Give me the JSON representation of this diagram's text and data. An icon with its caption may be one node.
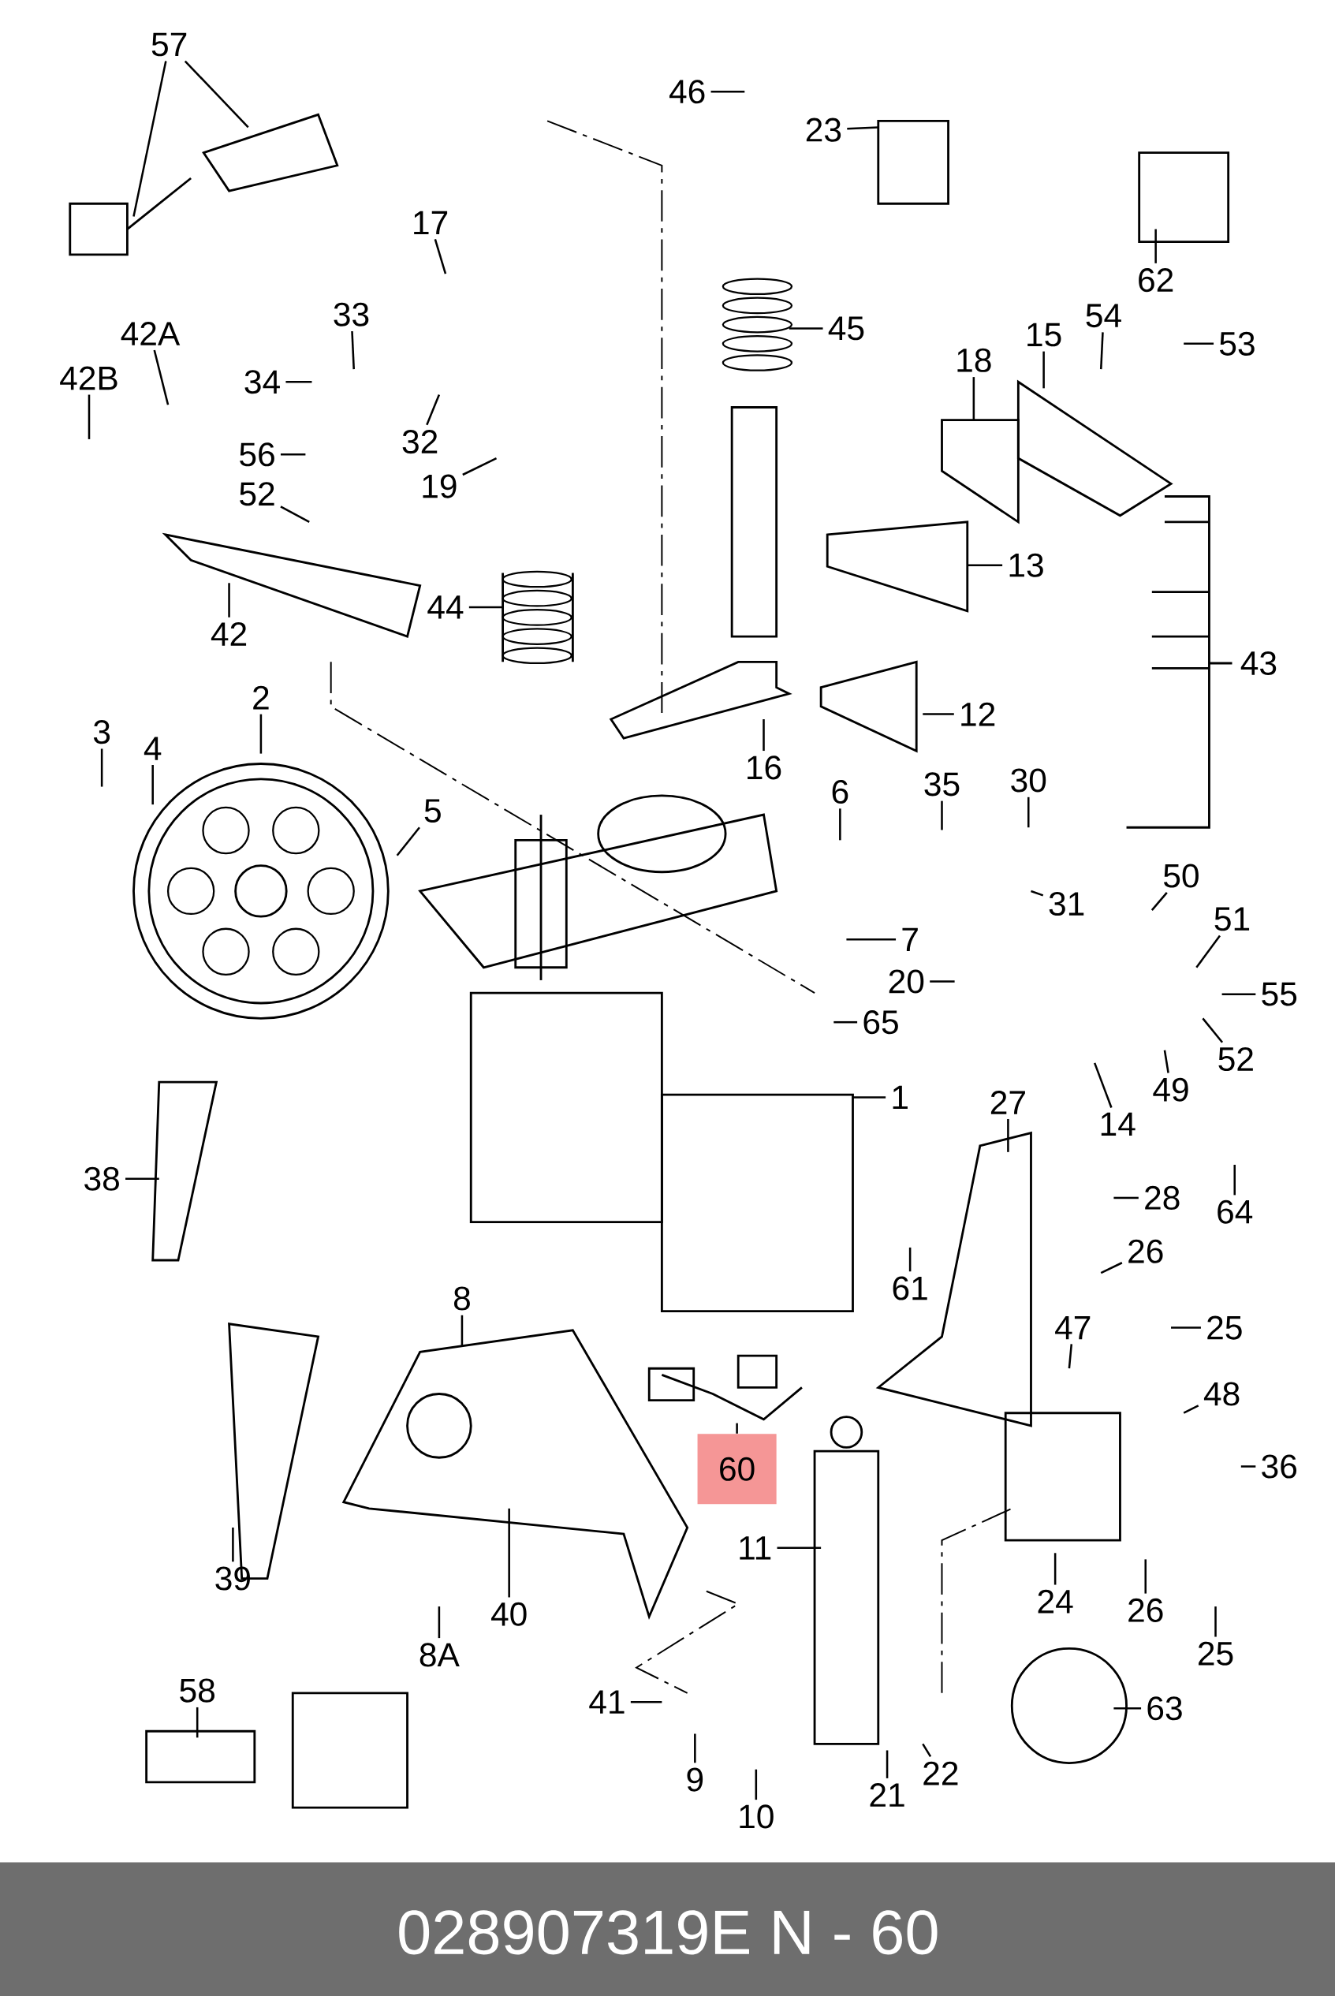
{
  "diagram": {
    "caption": "028907319E N - 60",
    "nodes": [
      {
        "text": [
          "57"
        ]
      },
      {
        "text": [
          "17"
        ]
      },
      {
        "text": [
          "33"
        ]
      },
      {
        "text": [
          "34"
        ]
      },
      {
        "text": [
          "42A"
        ]
      },
      {
        "text": [
          "42B"
        ]
      },
      {
        "text": [
          "32"
        ]
      },
      {
        "text": [
          "56"
        ]
      },
      {
        "text": [
          "19"
        ]
      },
      {
        "text": [
          "52"
        ]
      },
      {
        "text": [
          "42"
        ]
      },
      {
        "text": [
          "44"
        ]
      },
      {
        "text": [
          "46"
        ]
      },
      {
        "text": [
          "23"
        ]
      },
      {
        "text": [
          "45"
        ]
      },
      {
        "text": [
          "62"
        ]
      },
      {
        "text": [
          "18"
        ]
      },
      {
        "text": [
          "15"
        ]
      },
      {
        "text": [
          "54"
        ]
      },
      {
        "text": [
          "53"
        ]
      },
      {
        "text": [
          "13"
        ]
      },
      {
        "text": [
          "12"
        ]
      },
      {
        "text": [
          "16"
        ]
      },
      {
        "text": [
          "2"
        ]
      },
      {
        "text": [
          "3"
        ]
      },
      {
        "text": [
          "4"
        ]
      },
      {
        "text": [
          "5"
        ]
      },
      {
        "text": [
          "6"
        ]
      },
      {
        "text": [
          "35"
        ]
      },
      {
        "text": [
          "30"
        ]
      },
      {
        "text": [
          "31"
        ]
      },
      {
        "text": [
          "50"
        ]
      },
      {
        "text": [
          "7"
        ]
      },
      {
        "text": [
          "20"
        ]
      },
      {
        "text": [
          "51"
        ]
      },
      {
        "text": [
          "65"
        ]
      },
      {
        "text": [
          "55"
        ]
      },
      {
        "text": [
          "52"
        ]
      },
      {
        "text": [
          "49"
        ]
      },
      {
        "text": [
          "14"
        ]
      },
      {
        "text": [
          "1"
        ]
      },
      {
        "text": [
          "27"
        ]
      },
      {
        "text": [
          "64"
        ]
      },
      {
        "text": [
          "38"
        ]
      },
      {
        "text": [
          "28"
        ]
      },
      {
        "text": [
          "26"
        ]
      },
      {
        "text": [
          "61"
        ]
      },
      {
        "text": [
          "25"
        ]
      },
      {
        "text": [
          "47"
        ]
      },
      {
        "text": [
          "8"
        ]
      },
      {
        "text": [
          "48"
        ]
      },
      {
        "text": [
          "60"
        ]
      },
      {
        "text": [
          "36"
        ]
      },
      {
        "text": [
          "11"
        ]
      },
      {
        "text": [
          "39"
        ]
      },
      {
        "text": [
          "24"
        ]
      },
      {
        "text": [
          "26"
        ]
      },
      {
        "text": [
          "40"
        ]
      },
      {
        "text": [
          "8A"
        ]
      },
      {
        "text": [
          "25"
        ]
      },
      {
        "text": [
          "58"
        ]
      },
      {
        "text": [
          "41"
        ]
      },
      {
        "text": [
          "63"
        ]
      },
      {
        "text": [
          "9"
        ]
      },
      {
        "text": [
          "21"
        ]
      },
      {
        "text": [
          "22"
        ]
      },
      {
        "text": [
          "10"
        ]
      },
      {
        "text": [],
        "shape": "picture"
      }
    ],
    "edges": [
      {
        "from": 0,
        "to": null,
        "arrow": "none"
      },
      {
        "from": 1,
        "to": null,
        "arrow": "none"
      },
      {
        "from": 2,
        "to": null,
        "arrow": "none"
      },
      {
        "from": 3,
        "to": null,
        "arrow": "none"
      },
      {
        "from": 4,
        "to": null,
        "arrow": "none"
      },
      {
        "from": 5,
        "to": null,
        "arrow": "none"
      },
      {
        "from": 6,
        "to": null,
        "arrow": "none"
      },
      {
        "from": 7,
        "to": null,
        "arrow": "none"
      },
      {
        "from": 8,
        "to": null,
        "arrow": "none"
      },
      {
        "from": 9,
        "to": null,
        "arrow": "none"
      },
      {
        "from": 10,
        "to": null,
        "arrow": "none"
      },
      {
        "from": 11,
        "to": null,
        "arrow": "none"
      },
      {
        "from": 12,
        "to": null,
        "arrow": "none"
      },
      {
        "from": 13,
        "to": null,
        "arrow": "none"
      },
      {
        "from": 14,
        "to": null,
        "arrow": "none"
      },
      {
        "from": 15,
        "to": null,
        "arrow": "none"
      },
      {
        "from": 16,
        "to": null,
        "arrow": "none"
      },
      {
        "from": 17,
        "to": null,
        "arrow": "none"
      },
      {
        "from": 18,
        "to": null,
        "arrow": "none"
      },
      {
        "from": 19,
        "to": null,
        "arrow": "none"
      },
      {
        "from": 20,
        "to": null,
        "arrow": "none"
      },
      {
        "from": 21,
        "to": null,
        "arrow": "none"
      },
      {
        "from": 22,
        "to": null,
        "arrow": "none"
      },
      {
        "from": 23,
        "to": null,
        "arrow": "none"
      },
      {
        "from": 24,
        "to": null,
        "arrow": "none"
      },
      {
        "from": 25,
        "to": null,
        "arrow": "none"
      },
      {
        "from": 26,
        "to": null,
        "arrow": "none"
      },
      {
        "from": 27,
        "to": null,
        "arrow": "none"
      },
      {
        "from": 28,
        "to": null,
        "arrow": "none"
      },
      {
        "from": 29,
        "to": null,
        "arrow": "none"
      },
      {
        "from": 30,
        "to": null,
        "arrow": "none"
      },
      {
        "from": 31,
        "to": null,
        "arrow": "none"
      },
      {
        "from": 32,
        "to": null,
        "arrow": "none"
      },
      {
        "from": 33,
        "to": null,
        "arrow": "none"
      },
      {
        "from": 34,
        "to": null,
        "arrow": "none"
      },
      {
        "from": 35,
        "to": null,
        "arrow": "none"
      },
      {
        "from": 36,
        "to": null,
        "arrow": "none"
      },
      {
        "from": 37,
        "to": null,
        "arrow": "none"
      },
      {
        "from": 38,
        "to": null,
        "arrow": "none"
      },
      {
        "from": 39,
        "to": null,
        "arrow": "none"
      },
      {
        "from": 40,
        "to": null,
        "arrow": "none"
      },
      {
        "from": 41,
        "to": null,
        "arrow": "none"
      },
      {
        "from": 42,
        "to": null,
        "arrow": "none"
      },
      {
        "from": 43,
        "to": null,
        "arrow": "none"
      },
      {
        "from": 44,
        "to": null,
        "arrow": "none"
      },
      {
        "from": 45,
        "to": null,
        "arrow": "none"
      },
      {
        "from": 46,
        "to": null,
        "arrow": "none"
      },
      {
        "from": 47,
        "to": null,
        "arrow": "none"
      },
      {
        "from": 48,
        "to": null,
        "arrow": "none"
      },
      {
        "from": 49,
        "to": 67,
        "arrow": "none"
      },
      {
        "from": 50,
        "to": null,
        "arrow": "none"
      },
      {
        "from": 51,
        "to": null,
        "arrow": "none"
      },
      {
        "from": 52,
        "to": null,
        "arrow": "none"
      },
      {
        "from": 53,
        "to": null,
        "arrow": "none"
      },
      {
        "from": 54,
        "to": null,
        "arrow": "none"
      },
      {
        "from": 55,
        "to": null,
        "arrow": "none"
      },
      {
        "from": 56,
        "to": null,
        "arrow": "none"
      },
      {
        "from": 57,
        "to": 67,
        "arrow": "none"
      },
      {
        "from": 58,
        "to": null,
        "arrow": "none"
      },
      {
        "from": 59,
        "to": null,
        "arrow": "none"
      },
      {
        "from": 60,
        "to": null,
        "arrow": "none"
      },
      {
        "from": 61,
        "to": null,
        "arrow": "none"
      },
      {
        "from": 62,
        "to": null,
        "arrow": "none"
      },
      {
        "from": 63,
        "to": null,
        "arrow": "none"
      },
      {
        "from": 64,
        "to": null,
        "arrow": "none"
      },
      {
        "from": 65,
        "to": null,
        "arrow": "none"
      },
      {
        "from": 66,
        "to": null,
        "arrow": "none"
      },
      {
        "from": 0,
        "to": null,
        "arrow": "none"
      }
    ],
    "labels": [
      "43"
    ]
  }
}
